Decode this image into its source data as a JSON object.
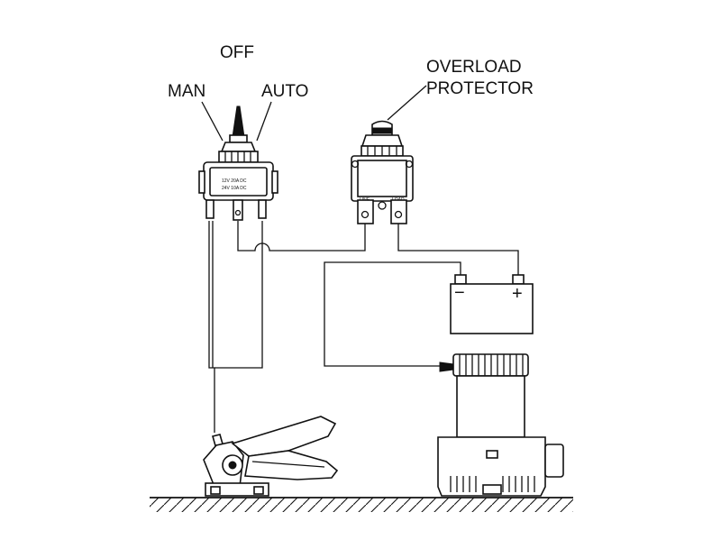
{
  "switch": {
    "label_off": "OFF",
    "label_man": "MAN",
    "label_auto": "AUTO",
    "rating_line1": "12V  20A  DC",
    "rating_line2": "24V  10A  DC"
  },
  "protector": {
    "label_line1": "OVERLOAD",
    "label_line2": "PROTECTOR",
    "terminal_left": "LINE",
    "terminal_right": "LOAD"
  },
  "battery": {
    "negative": "−",
    "positive": "+"
  },
  "colors": {
    "ink": "#111111",
    "background": "#ffffff"
  }
}
